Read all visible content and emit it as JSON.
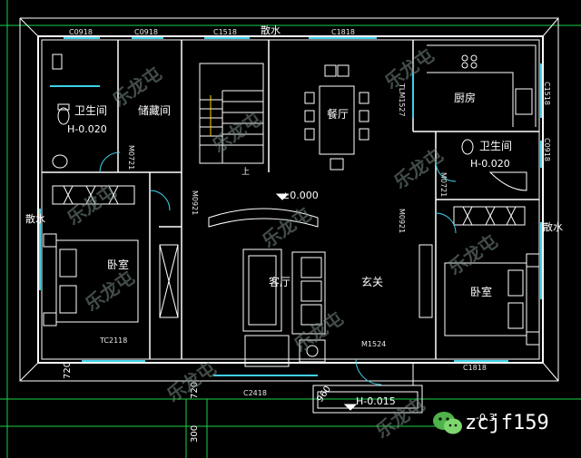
{
  "rooms": {
    "bathroom_left": "卫生间",
    "bathroom_left_level": "H-0.020",
    "storage": "储藏间",
    "dining": "餐厅",
    "kitchen": "厨房",
    "bathroom_right": "卫生间",
    "bathroom_right_level": "H-0.020",
    "bedroom_left": "卧室",
    "bedroom_right": "卧室",
    "living": "客厅",
    "foyer": "玄关",
    "stair_up": "上",
    "floor_level": "±0.000",
    "entry_level": "H-0.015",
    "outside_level": "-0.3"
  },
  "apron": {
    "top": "散水",
    "left": "散水",
    "right": "散水"
  },
  "codes": {
    "c0918_a": "C0918",
    "c0918_b": "C0918",
    "c1518_top": "C1518",
    "c1818_top": "C1818",
    "tlm1527": "TLM1527",
    "c1518_right": "C1518",
    "c0918_right": "C0918",
    "m0721_left": "M0721",
    "m0921_left": "M0921",
    "m0721_right": "M0721",
    "m0921_right": "M0921",
    "tc2118": "TC2118",
    "m1524": "M1524",
    "c1818_bottom": "C1818",
    "c2418": "C2418"
  },
  "dims": {
    "d720_a": "720",
    "d720_b": "720",
    "d300": "300",
    "d960": "960"
  },
  "watermark": {
    "text": "乐龙屯",
    "wechat_id": "zcjf159"
  }
}
